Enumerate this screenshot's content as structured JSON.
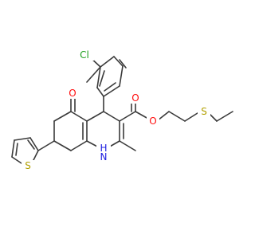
{
  "structure": {
    "atoms": {
      "o_ketone": {
        "label": "O",
        "color": "#ff0d0d"
      },
      "cl": {
        "label": "Cl",
        "color": "#1fa01f"
      },
      "o_ester_carbonyl": {
        "label": "O",
        "color": "#ff0d0d"
      },
      "o_ester_bridge": {
        "label": "O",
        "color": "#ff0d0d"
      },
      "s_thioether": {
        "label": "S",
        "color": "#b2a000"
      },
      "s_thiophene": {
        "label": "S",
        "color": "#b2a000"
      },
      "nh": {
        "label": "H",
        "color": "#2020e0"
      },
      "n": {
        "label": "N",
        "color": "#2020e0"
      }
    },
    "bond_color": "#3a3a3a"
  }
}
